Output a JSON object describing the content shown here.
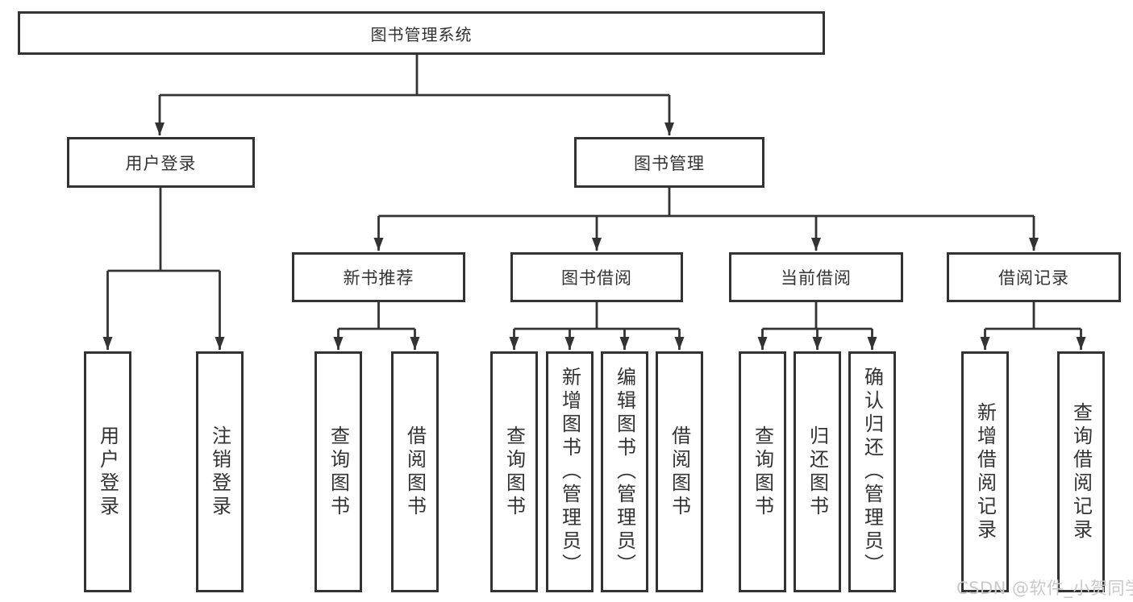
{
  "colors": {
    "line": "#333333",
    "text": "#333333",
    "background": "#ffffff",
    "watermark": "#c9c9c9"
  },
  "watermark": "CSDN @软件_小贺同学",
  "tree": {
    "root": {
      "label": "图书管理系统"
    },
    "level2": [
      {
        "label": "用户登录"
      },
      {
        "label": "图书管理"
      }
    ],
    "level3": [
      {
        "label": "新书推荐"
      },
      {
        "label": "图书借阅"
      },
      {
        "label": "当前借阅"
      },
      {
        "label": "借阅记录"
      }
    ],
    "leaves": [
      {
        "label": "用户登录"
      },
      {
        "label": "注销登录"
      },
      {
        "label": "查询图书"
      },
      {
        "label": "借阅图书"
      },
      {
        "label": "查询图书"
      },
      {
        "label": "新增图书（管理员）"
      },
      {
        "label": "编辑图书（管理员）"
      },
      {
        "label": "借阅图书"
      },
      {
        "label": "查询图书"
      },
      {
        "label": "归还图书"
      },
      {
        "label": "确认归还（管理员）"
      },
      {
        "label": "新增借阅记录"
      },
      {
        "label": "查询借阅记录"
      }
    ]
  }
}
